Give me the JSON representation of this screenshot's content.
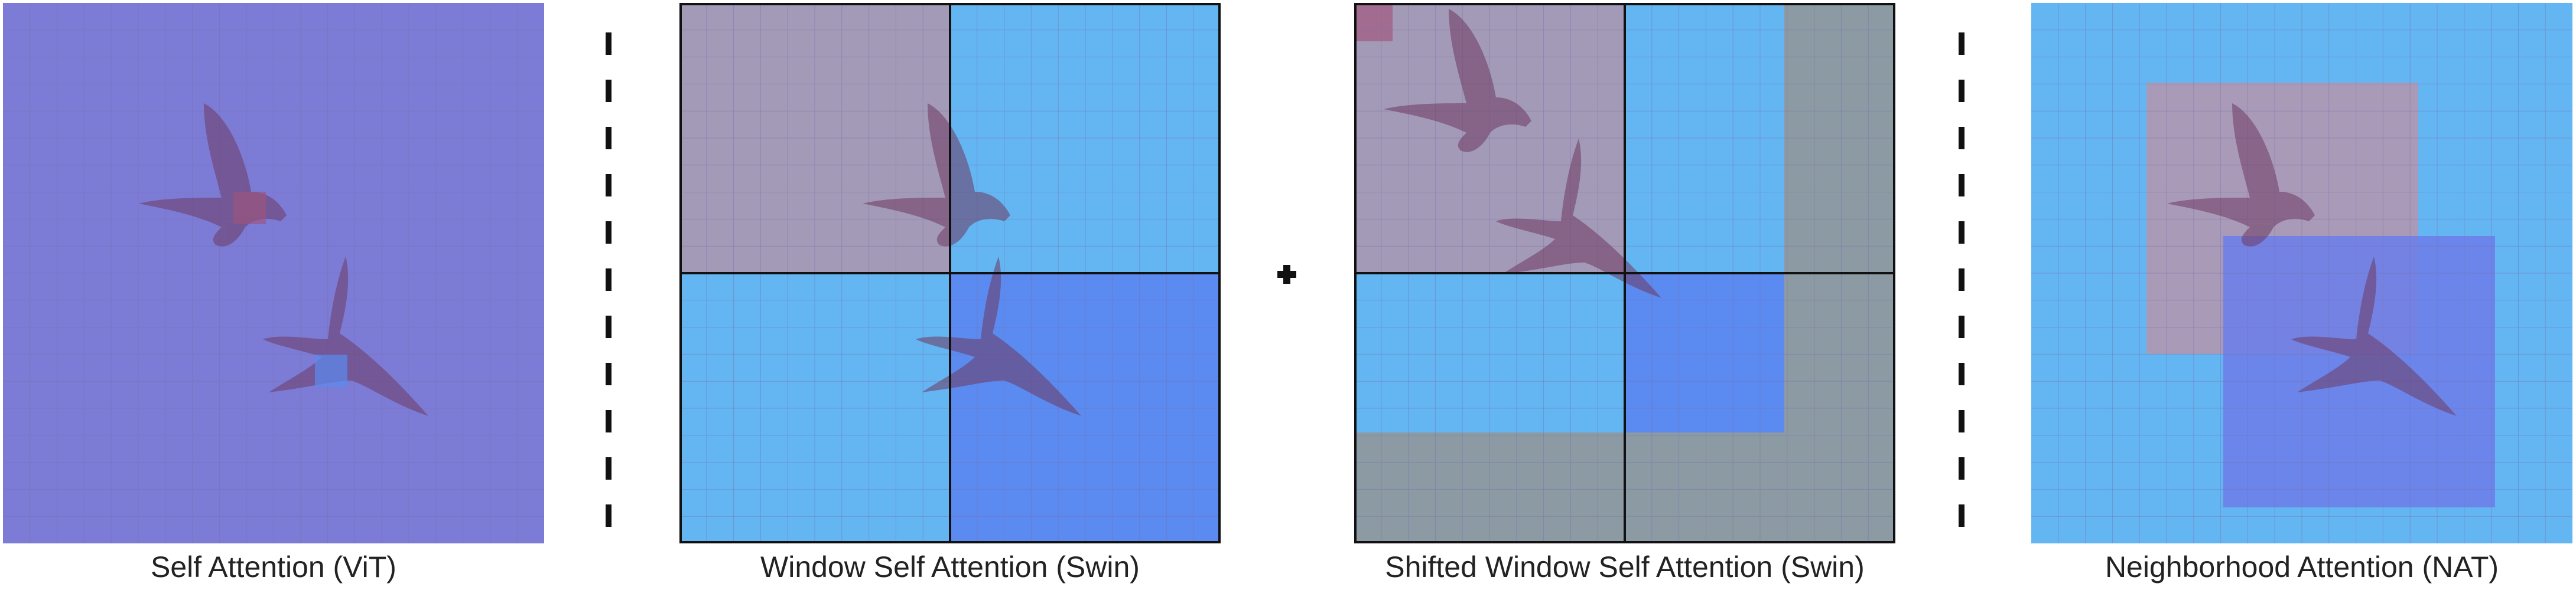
{
  "panels": [
    {
      "id": "vit",
      "caption": "Self Attention (ViT)"
    },
    {
      "id": "swin",
      "caption": "Window Self Attention (Swin)"
    },
    {
      "id": "shifted",
      "caption": "Shifted Window Self Attention (Swin)"
    },
    {
      "id": "nat",
      "caption": "Neighborhood Attention (NAT)"
    }
  ],
  "separators": [
    "dashed-line",
    "plus-sign",
    "dashed-line"
  ],
  "colors": {
    "vit_fill": "#7c7bd5",
    "window_mauve": "#a39ab8",
    "window_lightblue": "#63b6f2",
    "window_blue": "#5b8af0",
    "shifted_gray": "#8c9aa3",
    "nat_background": "#63b6f2",
    "nat_query_a": "#a99ab8",
    "nat_query_b": "#6c7ee8",
    "token_highlight": "#a0537a",
    "grid_line": "#7a6fae",
    "border": "#111111",
    "bird": "#6d3a62"
  },
  "grid": {
    "cells_per_side": 20
  }
}
